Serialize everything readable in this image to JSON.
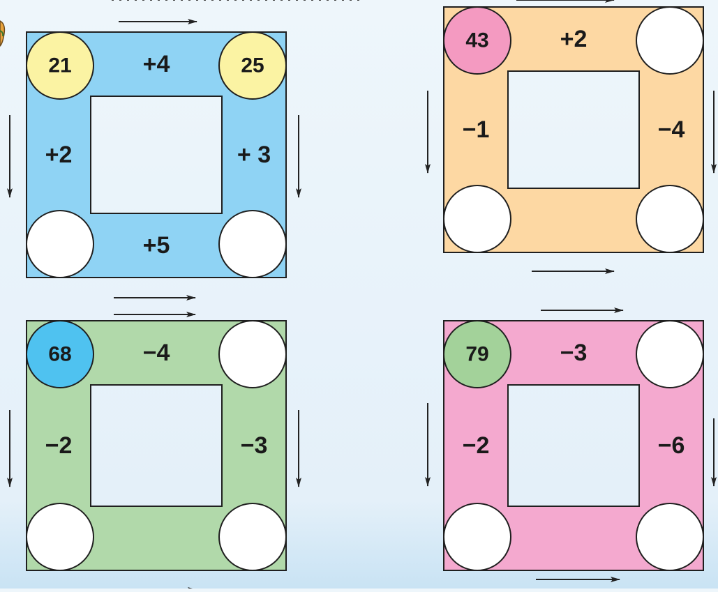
{
  "puzzles": [
    {
      "id": "top-left",
      "colors": {
        "frame": "#8fd3f4",
        "tl": "#fbf3a3",
        "tr": "#fbf3a3",
        "bl": "#ffffff",
        "br": "#ffffff"
      },
      "values": {
        "tl": "21",
        "tr": "25",
        "bl": "",
        "br": ""
      },
      "ops": {
        "top": "+4",
        "left": "+2",
        "right": "+ 3",
        "bottom": "+5"
      }
    },
    {
      "id": "top-right",
      "colors": {
        "frame": "#fdd8a3",
        "tl": "#f49ac1",
        "tr": "#ffffff",
        "bl": "#ffffff",
        "br": "#ffffff"
      },
      "values": {
        "tl": "43",
        "tr": "",
        "bl": "",
        "br": ""
      },
      "ops": {
        "top": "+2",
        "left": "−1",
        "right": "−4",
        "bottom": ""
      }
    },
    {
      "id": "bottom-left",
      "colors": {
        "frame": "#b1d9aa",
        "tl": "#4fc2f0",
        "tr": "#ffffff",
        "bl": "#ffffff",
        "br": "#ffffff"
      },
      "values": {
        "tl": "68",
        "tr": "",
        "bl": "",
        "br": ""
      },
      "ops": {
        "top": "−4",
        "left": "−2",
        "right": "−3",
        "bottom": ""
      }
    },
    {
      "id": "bottom-right",
      "colors": {
        "frame": "#f4a9cf",
        "tl": "#a3d29a",
        "tr": "#ffffff",
        "bl": "#ffffff",
        "br": "#ffffff"
      },
      "values": {
        "tl": "79",
        "tr": "",
        "bl": "",
        "br": ""
      },
      "ops": {
        "top": "−3",
        "left": "−2",
        "right": "−6",
        "bottom": ""
      }
    }
  ],
  "colors": {
    "stroke": "#1f1f1f",
    "arrow": "#222222",
    "text": "#1a1a1a"
  },
  "icons": {
    "arrow": "arrow-icon",
    "decoration": "character-icon"
  }
}
